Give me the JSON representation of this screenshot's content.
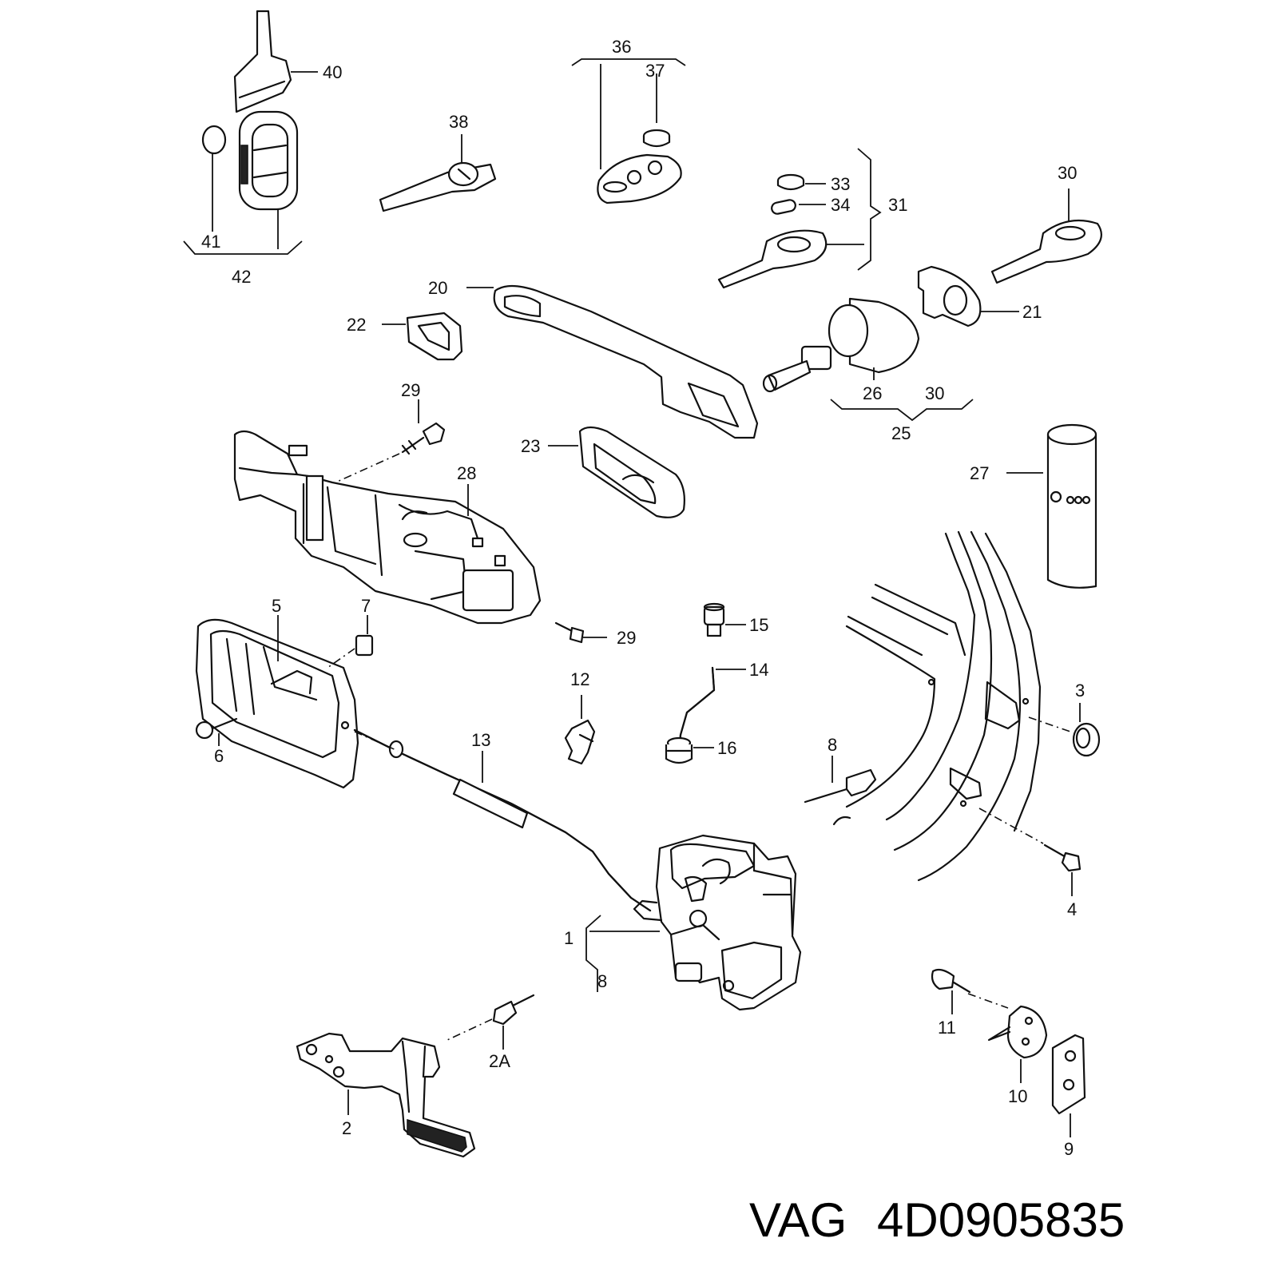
{
  "diagram": {
    "callouts": {
      "c40": "40",
      "c41": "41",
      "c42": "42",
      "c36": "36",
      "c37": "37",
      "c38": "38",
      "c33": "33",
      "c34": "34",
      "c31": "31",
      "c30a": "30",
      "c20": "20",
      "c21": "21",
      "c22": "22",
      "c26": "26",
      "c30b": "30",
      "c25": "25",
      "c29a": "29",
      "c23": "23",
      "c28": "28",
      "c27": "27",
      "c5": "5",
      "c7": "7",
      "c29b": "29",
      "c15": "15",
      "c14": "14",
      "c12": "12",
      "c16": "16",
      "c3": "3",
      "c6": "6",
      "c13": "13",
      "c8a": "8",
      "c4": "4",
      "c1": "1",
      "c8b": "8",
      "c11": "11",
      "c2A": "2A",
      "c10": "10",
      "c2": "2",
      "c9": "9"
    }
  },
  "footer": {
    "brand": "VAG",
    "part_number": "4D0905835"
  }
}
